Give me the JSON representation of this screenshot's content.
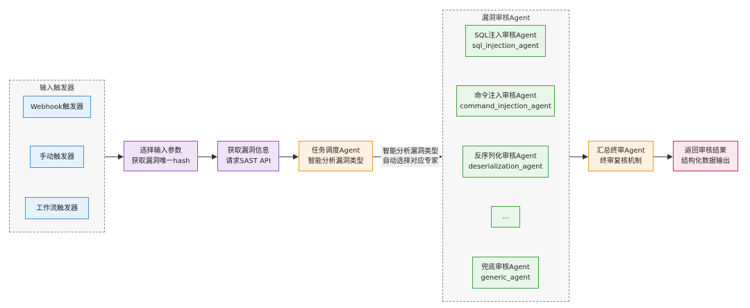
{
  "groups": {
    "input": "输入触发器",
    "agents": "漏洞审核Agent"
  },
  "triggers": {
    "webhook": "Webhook触发器",
    "manual": "手动触发器",
    "workflow": "工作流触发器"
  },
  "flow": {
    "select": {
      "line1": "选择输入参数",
      "line2": "获取漏洞唯一hash"
    },
    "fetch": {
      "line1": "获取漏洞信息",
      "line2": "请求SAST API"
    },
    "dispatch": {
      "line1": "任务调度Agent",
      "line2": "智能分析漏洞类型"
    },
    "dispatch_edge_label": {
      "line1": "智能分析漏洞类型",
      "line2": "自动选择对应专家"
    },
    "summary": {
      "line1": "汇总终审Agent",
      "line2": "终审复核机制"
    },
    "result": {
      "line1": "返回审核结果",
      "line2": "结构化数据输出"
    }
  },
  "agents": {
    "sql": {
      "line1": "SQL注入审核Agent",
      "line2": "sql_injection_agent"
    },
    "cmd": {
      "line1": "命令注入审核Agent",
      "line2": "command_injection_agent"
    },
    "deser": {
      "line1": "反序列化审核Agent",
      "line2": "deserialization_agent"
    },
    "more": "...",
    "generic": {
      "line1": "兜底审核Agent",
      "line2": "generic_agent"
    }
  },
  "colors": {
    "trigger": "#4a90d9",
    "param": "#9a4fc2",
    "dispatch": "#f0962b",
    "agent": "#43a047",
    "result": "#d81b60"
  }
}
